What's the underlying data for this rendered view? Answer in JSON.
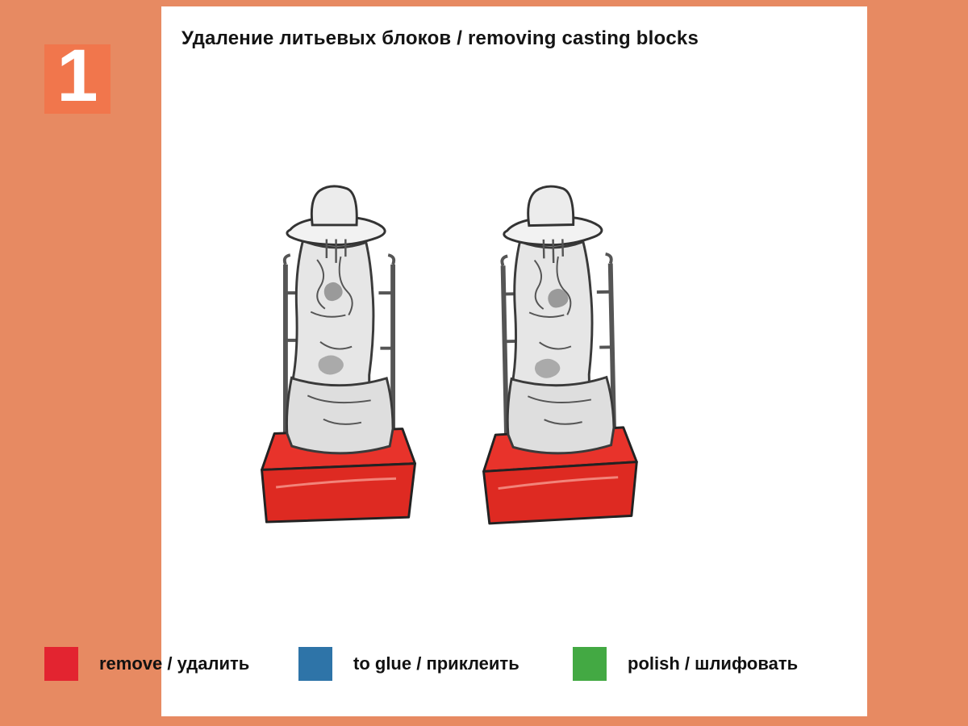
{
  "page": {
    "step_number": "1",
    "title": "Удаление литьевых блоков / removing casting blocks"
  },
  "legend": {
    "items": [
      {
        "label": "remove / удалить",
        "color": "#E32430"
      },
      {
        "label": "to glue / приклеить",
        "color": "#2E74A8"
      },
      {
        "label": "polish / шлифовать",
        "color": "#43A943"
      }
    ]
  },
  "colors": {
    "background": "#E78A62",
    "step_square": "#F1764C",
    "page": "#FFFFFF",
    "casting_block_red": "#E8332B",
    "casting_block_front_red": "#DE2A22",
    "polish_band_green": "#2F8F33"
  }
}
